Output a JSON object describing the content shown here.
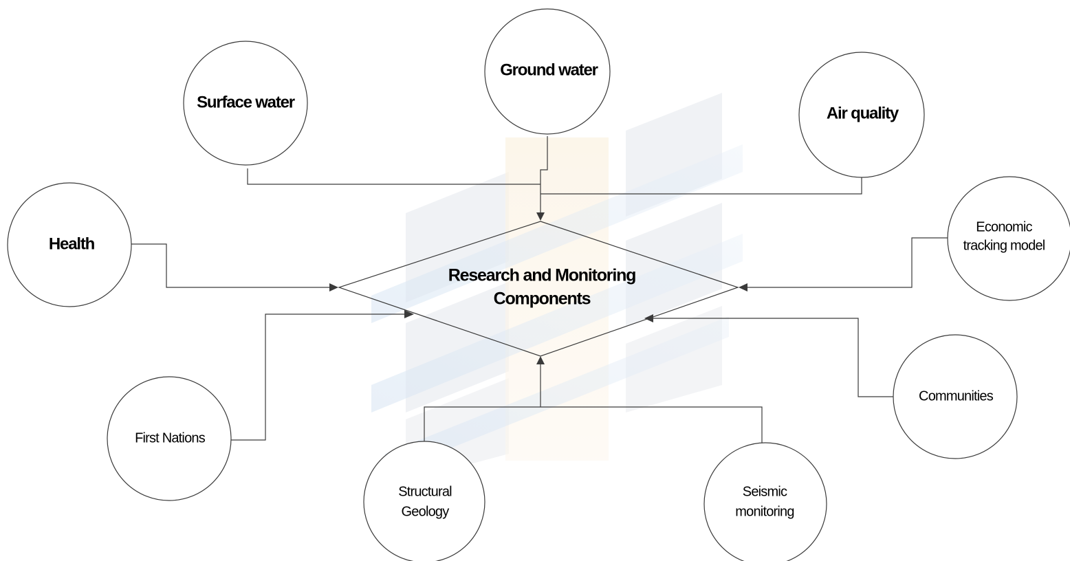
{
  "center": {
    "line1": "Research and Monitoring",
    "line2": "Components"
  },
  "nodes": {
    "surface_water": {
      "label": "Surface water"
    },
    "ground_water": {
      "label": "Ground water"
    },
    "air_quality": {
      "label": "Air quality"
    },
    "health": {
      "label": "Health"
    },
    "economic": {
      "line1": "Economic",
      "line2": "tracking model"
    },
    "communities": {
      "label": "Communities"
    },
    "first_nations": {
      "label": "First Nations"
    },
    "structural_geology": {
      "line1": "Structural",
      "line2": "Geology"
    },
    "seismic": {
      "line1": "Seismic",
      "line2": "monitoring"
    }
  },
  "colors": {
    "line": "#3a3a3a",
    "watermark_blue": "#c9dcef",
    "watermark_orange": "#f6e2c2",
    "watermark_grey": "#e6e8ec"
  }
}
